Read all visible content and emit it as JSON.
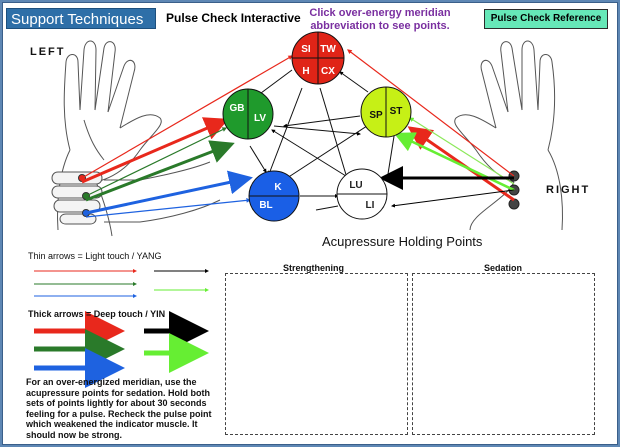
{
  "header": {
    "title": "Support Techniques",
    "subtitle": "Pulse Check Interactive",
    "instruction": "Click over-energy meridian abbreviation to see points.",
    "reference_button": "Pulse Check Reference"
  },
  "hands": {
    "left_label": "LEFT",
    "right_label": "RIGHT"
  },
  "meridians": {
    "fire": {
      "a": "SI",
      "b": "TW",
      "c": "H",
      "d": "CX",
      "color": "#e02417"
    },
    "earth": {
      "a": "SP",
      "b": "ST",
      "color": "#c6f016"
    },
    "metal": {
      "a": "LU",
      "b": "LI",
      "color": "#ffffff"
    },
    "water": {
      "a": "K",
      "b": "BL",
      "color": "#1a5fe6"
    },
    "wood": {
      "a": "GB",
      "b": "LV",
      "color": "#1f9a2c"
    }
  },
  "holding_points_title": "Acupressure Holding Points",
  "legend": {
    "thin_label": "Thin arrows = Light touch / YANG",
    "thick_label": "Thick arrows = Deep touch / YIN",
    "colors": {
      "red": "#e8281c",
      "green": "#2a7a2a",
      "blue": "#1e62e0",
      "black": "#000000",
      "lime": "#66ee33"
    }
  },
  "note": "For an over-energized meridian, use the acupressure points for sedation.  Hold both sets of points lightly for about 30 seconds feeling for a pulse.  Recheck the pulse point which weakened the indicator muscle.  It should now be strong.",
  "panels": {
    "strengthening": "Strengthening",
    "sedation": "Sedation"
  }
}
